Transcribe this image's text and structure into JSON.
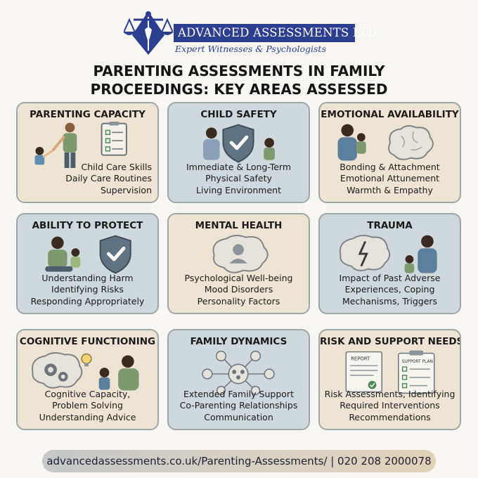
{
  "brand": {
    "name": "ADVANCED ASSESSMENTS LTD",
    "tagline": "Expert Witnesses & Psychologists"
  },
  "title": {
    "line1": "PARENTING ASSESSMENTS IN FAMILY",
    "line2": "PROCEEDINGS: KEY AREAS ASSESSED"
  },
  "cards": [
    {
      "title": "PARENTING CAPACITY",
      "lines": [
        "Child Care Skills",
        "Daily Care Routines",
        "Supervision"
      ]
    },
    {
      "title": "CHILD SAFETY",
      "lines": [
        "Immediate & Long-Term",
        "Physical Safety",
        "Living Environment"
      ]
    },
    {
      "title": "EMOTIONAL AVAILABILITY",
      "lines": [
        "Bonding & Attachment",
        "Emotional Attunement",
        "Warmth & Empathy"
      ]
    },
    {
      "title": "ABILITY TO PROTECT",
      "lines": [
        "Understanding Harm",
        "Identifying Risks",
        "Responding Appropriately"
      ]
    },
    {
      "title": "MENTAL HEALTH",
      "lines": [
        "Psychological Well-being",
        "Mood Disorders",
        "Personality Factors"
      ]
    },
    {
      "title": "TRAUMA",
      "lines": [
        "Impact of Past Adverse",
        "Experiences, Coping",
        "Mechanisms, Triggers"
      ]
    },
    {
      "title": "COGNITIVE FUNCTIONING",
      "lines": [
        "Cognitive Capacity,",
        "Problem Solving",
        "Understanding Advice"
      ]
    },
    {
      "title": "FAMILY DYNAMICS",
      "lines": [
        "Extended Family Support",
        "Co-Parenting Relationships",
        "Communication"
      ]
    },
    {
      "title": "RISK AND SUPPORT NEEDS",
      "lines": [
        "Risk Assessments, Identifying",
        "Required Interventions",
        "Recommendations"
      ],
      "art_labels": {
        "report": "REPORT",
        "plan": "SUPPORT PLAN"
      }
    }
  ],
  "footer": {
    "text": "advancedassessments.co.uk/Parenting-Assessments/ |  020 208 2000078"
  },
  "colors": {
    "brand_blue": "#2c3e8f",
    "card_beige": "#ede4d4",
    "card_grey": "#cfd8dc",
    "shield": "#5f7482",
    "check_green": "#4e8a58"
  },
  "icons": [
    "scales-of-justice-icon",
    "checklist-icon",
    "shield-check-icon",
    "brain-icon",
    "network-icon",
    "lightbulb-icon",
    "gears-icon",
    "report-icon",
    "support-plan-icon"
  ]
}
